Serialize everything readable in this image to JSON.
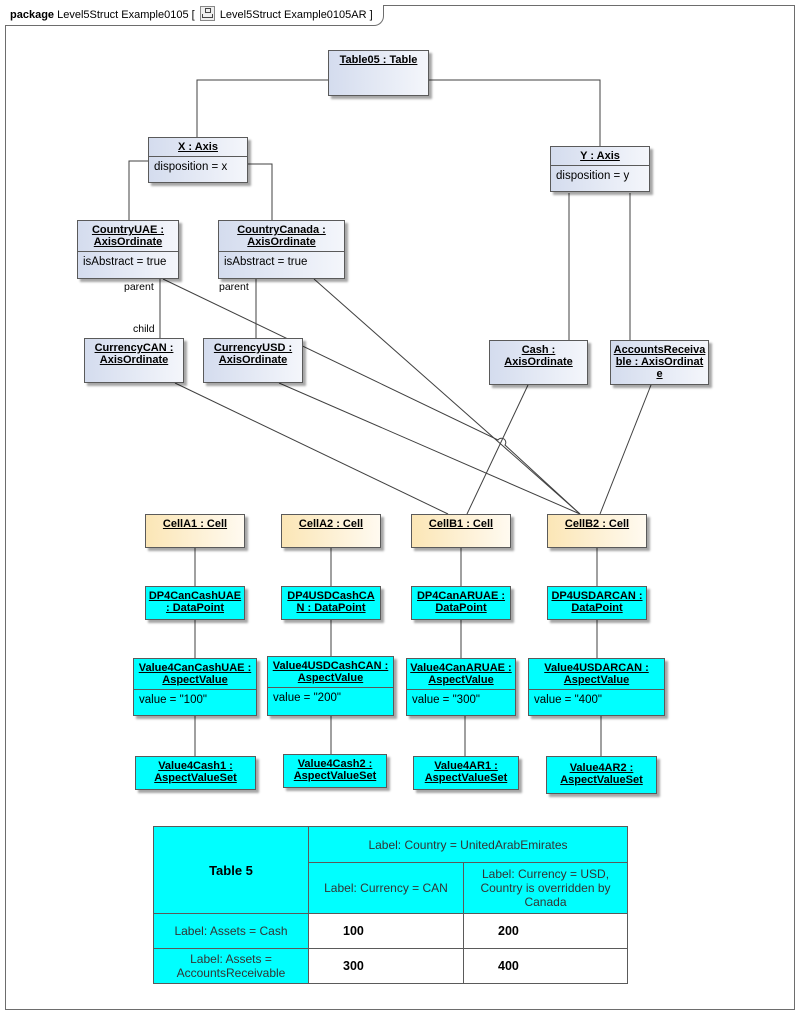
{
  "diagram": {
    "keyword": "package",
    "package_name": "Level5Struct Example0105",
    "diagram_name": "Level5Struct Example0105AR"
  },
  "nodes": {
    "table05": {
      "title": "Table05 : Table"
    },
    "x_axis": {
      "title": "X : Axis",
      "attr": "disposition = x"
    },
    "y_axis": {
      "title": "Y : Axis",
      "attr": "disposition = y"
    },
    "country_uae": {
      "title": "CountryUAE : AxisOrdinate",
      "attr": "isAbstract = true"
    },
    "country_canada": {
      "title": "CountryCanada : AxisOrdinate",
      "attr": "isAbstract = true"
    },
    "currency_can": {
      "title": "CurrencyCAN : AxisOrdinate"
    },
    "currency_usd": {
      "title": "CurrencyUSD : AxisOrdinate"
    },
    "cash": {
      "title": "Cash : AxisOrdinate"
    },
    "accounts_receivable": {
      "title": "AccountsReceivable : AxisOrdinate"
    },
    "cell_a1": {
      "title": "CellA1 : Cell"
    },
    "cell_a2": {
      "title": "CellA2 : Cell"
    },
    "cell_b1": {
      "title": "CellB1 : Cell"
    },
    "cell_b2": {
      "title": "CellB2 : Cell"
    },
    "dp_a1": {
      "title": "DP4CanCashUAE : DataPoint"
    },
    "dp_a2": {
      "title": "DP4USDCashCAN : DataPoint"
    },
    "dp_b1": {
      "title": "DP4CanARUAE : DataPoint"
    },
    "dp_b2": {
      "title": "DP4USDARCAN : DataPoint"
    },
    "av_a1": {
      "title": "Value4CanCashUAE : AspectValue",
      "attr": "value = \"100\""
    },
    "av_a2": {
      "title": "Value4USDCashCAN : AspectValue",
      "attr": "value = \"200\""
    },
    "av_b1": {
      "title": "Value4CanARUAE : AspectValue",
      "attr": "value = \"300\""
    },
    "av_b2": {
      "title": "Value4USDARCAN : AspectValue",
      "attr": "value = \"400\""
    },
    "avs_1": {
      "title": "Value4Cash1 : AspectValueSet"
    },
    "avs_2": {
      "title": "Value4Cash2 : AspectValueSet"
    },
    "avs_3": {
      "title": "Value4AR1 : AspectValueSet"
    },
    "avs_4": {
      "title": "Value4AR2 : AspectValueSet"
    }
  },
  "edge_labels": {
    "parent": "parent",
    "child": "child"
  },
  "table": {
    "corner": "Table 5",
    "country_header": "Label: Country = UnitedArabEmirates",
    "col1_header": "Label: Currency = CAN",
    "col2_header": "Label: Currency = USD, Country is overridden by Canada",
    "rows": [
      {
        "label": "Label: Assets = Cash",
        "v1": "100",
        "v2": "200"
      },
      {
        "label": "Label: Assets = AccountsReceivable",
        "v1": "300",
        "v2": "400"
      }
    ]
  }
}
